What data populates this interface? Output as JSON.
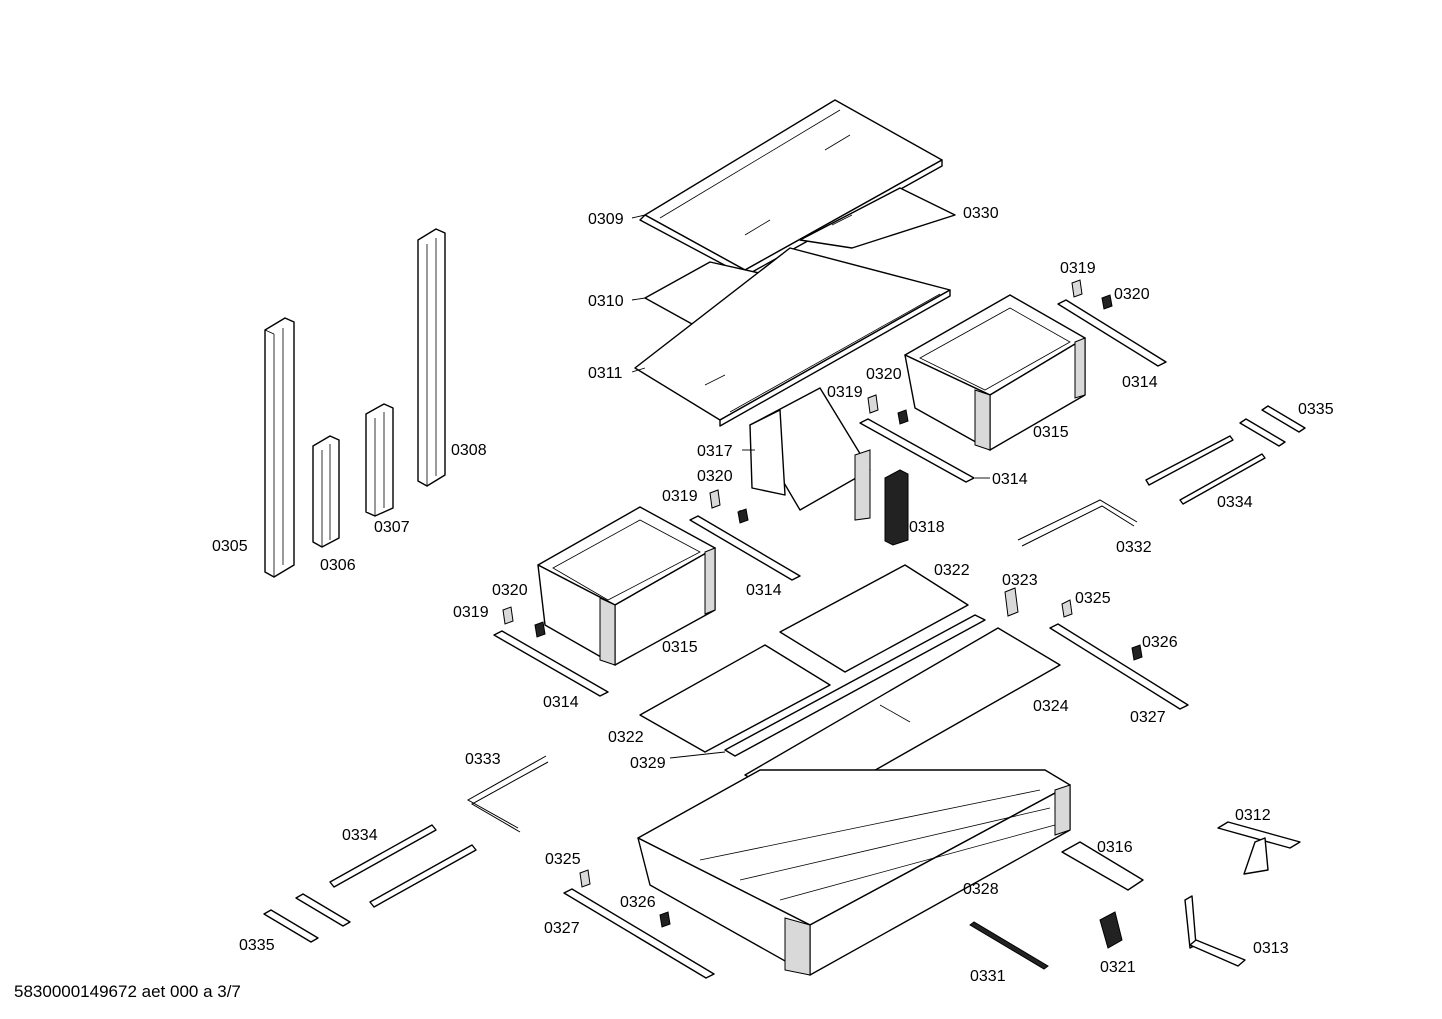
{
  "footer_text": "5830000149672 aet 000 a 3/7",
  "labels": {
    "p0305": "0305",
    "p0306": "0306",
    "p0307": "0307",
    "p0308": "0308",
    "p0309": "0309",
    "p0330": "0330",
    "p0310": "0310",
    "p0311": "0311",
    "p0319a": "0319",
    "p0320a": "0320",
    "p0314a": "0314",
    "p0315a": "0315",
    "p0319b": "0319",
    "p0320b": "0320",
    "p0314b": "0314",
    "p0317": "0317",
    "p0318": "0318",
    "p0320c": "0320",
    "p0319c": "0319",
    "p0314c": "0314",
    "p0320d": "0320",
    "p0319d": "0319",
    "p0315b": "0315",
    "p0314d": "0314",
    "p0335a": "0335",
    "p0334a": "0334",
    "p0332": "0332",
    "p0322a": "0322",
    "p0323": "0323",
    "p0325a": "0325",
    "p0326a": "0326",
    "p0324": "0324",
    "p0327a": "0327",
    "p0322b": "0322",
    "p0329": "0329",
    "p0333": "0333",
    "p0334b": "0334",
    "p0335b": "0335",
    "p0325b": "0325",
    "p0326b": "0326",
    "p0327b": "0327",
    "p0328": "0328",
    "p0316": "0316",
    "p0312": "0312",
    "p0331": "0331",
    "p0321": "0321",
    "p0313": "0313"
  }
}
